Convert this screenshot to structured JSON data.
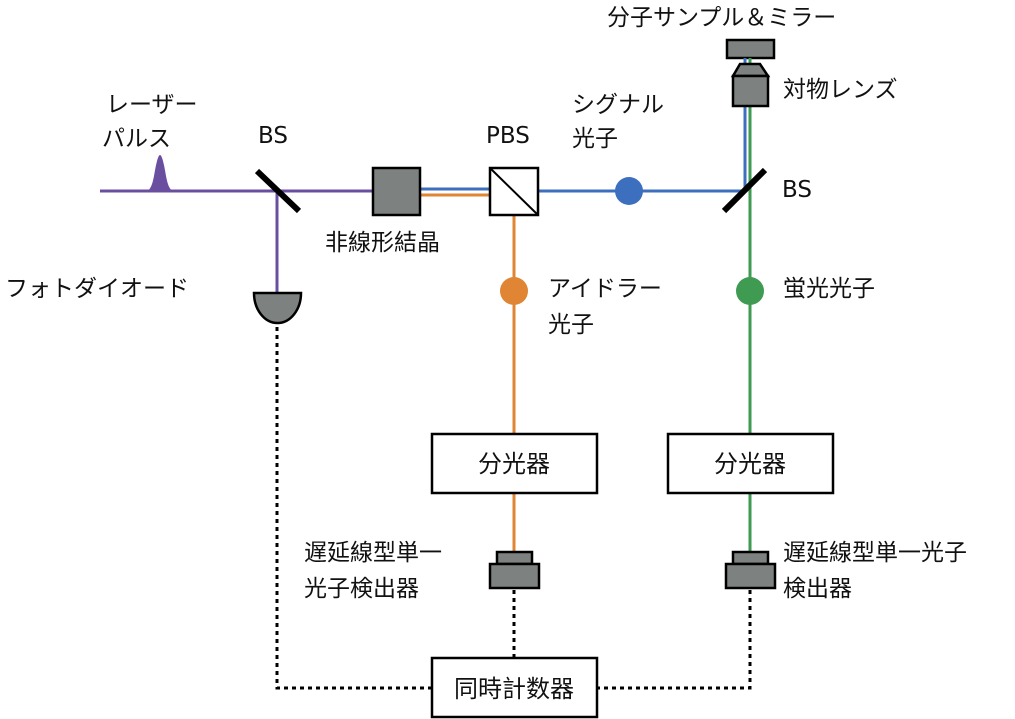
{
  "colors": {
    "pump": "#6a4fa0",
    "signal": "#3d6fbf",
    "idler": "#e08534",
    "fluorescence": "#3f9a52",
    "component_fill": "#7d8280",
    "outline": "#000000"
  },
  "labels": {
    "laser_pulse_line1": "レーザー",
    "laser_pulse_line2": "パルス",
    "bs_left": "BS",
    "pbs": "PBS",
    "nonlinear_crystal": "非線形結晶",
    "photodiode": "フォトダイオード",
    "signal_photon_line1": "シグナル",
    "signal_photon_line2": "光子",
    "sample_mirror": "分子サンプル＆ミラー",
    "objective_lens": "対物レンズ",
    "bs_right": "BS",
    "idler_photon_line1": "アイドラー",
    "idler_photon_line2": "光子",
    "fluorescence_photon": "蛍光光子",
    "spectrometer_left": "分光器",
    "spectrometer_right": "分光器",
    "detector_left_line1": "遅延線型単一",
    "detector_left_line2": "光子検出器",
    "detector_right_line1": "遅延線型単一光子",
    "detector_right_line2": "検出器",
    "coincidence_counter": "同時計数器"
  }
}
